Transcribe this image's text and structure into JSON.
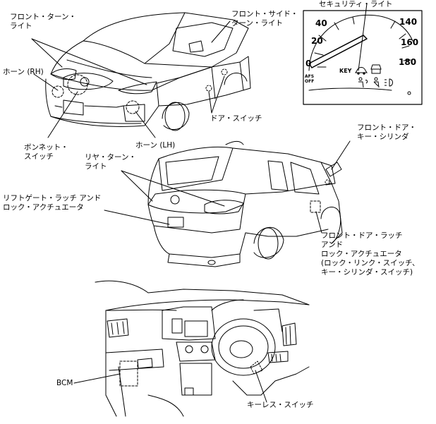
{
  "labels": {
    "front_turn_light": "フロント・ターン・\nライト",
    "front_side_turn_light": "フロント・サイド・\nターン・ライト",
    "security_light": "セキュリティ・ライト",
    "horn_rh": "ホーン (RH)",
    "bonnet_switch": "ボンネット・\nスイッチ",
    "horn_lh": "ホーン (LH)",
    "door_switch": "ドア・スイッチ",
    "front_door_key_cylinder": "フロント・ドア・\nキー・シリンダ",
    "rear_turn_light": "リヤ・ターン・\nライト",
    "liftgate_latch_actuator": "リフトゲート・ラッチ アンド\nロック・アクチュエータ",
    "front_door_latch_actuator": "フロント・ドア・ラッチ\nアンド\nロック・アクチュエータ\n(ロック・リンク・スイッチ、\nキー・シリンダ・スイッチ)",
    "bcm": "BCM",
    "keyless_switch": "キーレス・スイッチ"
  },
  "gauge": {
    "ticks": [
      "40",
      "20",
      "0",
      "140",
      "160",
      "180"
    ],
    "key": "KEY",
    "afs": "AFS",
    "off": "OFF"
  },
  "icons": [
    "security-indicator-icon",
    "immobilizer-icon",
    "airbag-icon",
    "seatbelt-icon",
    "headlight-icon"
  ]
}
